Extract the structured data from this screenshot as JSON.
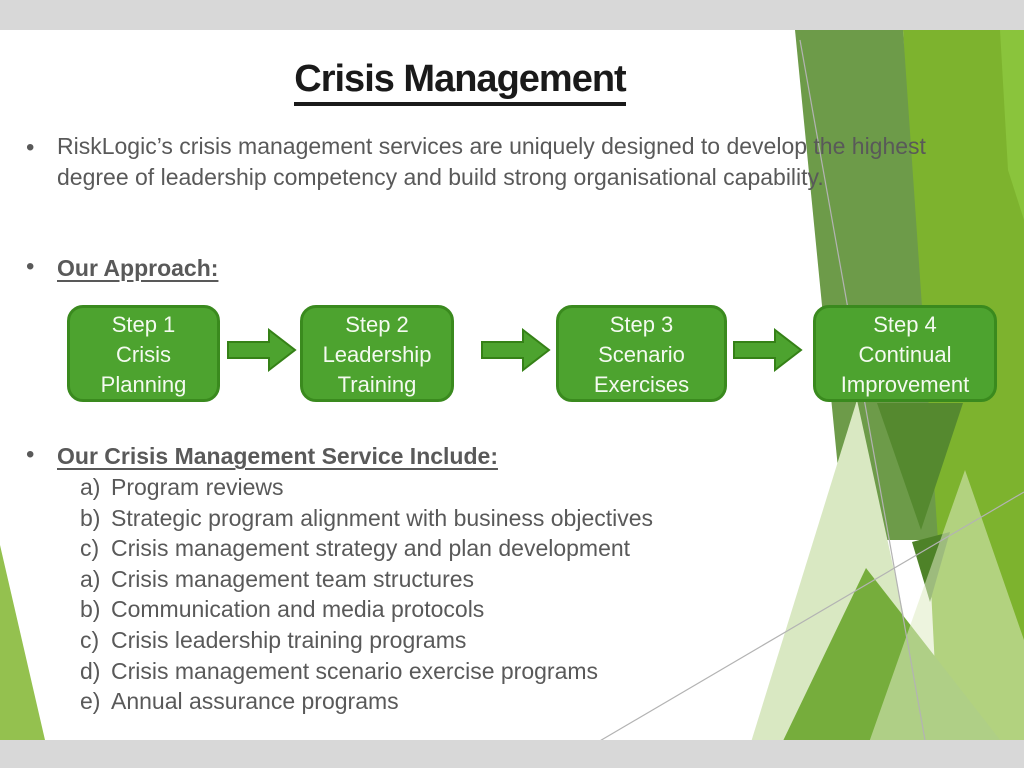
{
  "slide": {
    "title": "Crisis Management",
    "bullet_glyph": "•",
    "intro_text": "RiskLogic’s crisis management services are uniquely designed to develop the highest degree of leadership competency and build strong organisational capability.",
    "approach": {
      "heading": "Our Approach:",
      "steps": [
        {
          "lines": [
            "Step 1",
            "Crisis",
            "Planning"
          ]
        },
        {
          "lines": [
            "Step 2",
            "Leadership",
            "Training"
          ]
        },
        {
          "lines": [
            "Step 3",
            "Scenario",
            "Exercises"
          ]
        },
        {
          "lines": [
            "Step 4",
            "Continual",
            "Improvement"
          ]
        }
      ]
    },
    "services": {
      "heading": "Our Crisis Management Service Include:",
      "items": [
        {
          "marker": "a)",
          "text": "Program reviews"
        },
        {
          "marker": "b)",
          "text": "Strategic program alignment with business objectives"
        },
        {
          "marker": "c)",
          "text": "Crisis management strategy and plan development"
        },
        {
          "marker": "a)",
          "text": "Crisis management team structures"
        },
        {
          "marker": "b)",
          "text": "Communication and media protocols"
        },
        {
          "marker": "c)",
          "text": "Crisis leadership training programs"
        },
        {
          "marker": "d)",
          "text": "Crisis management scenario exercise programs"
        },
        {
          "marker": "e)",
          "text": "Annual assurance programs"
        }
      ]
    }
  },
  "colors": {
    "bar_gray": "#d8d8d8",
    "title_text": "#1a1a1a",
    "body_text": "#595959",
    "box_fill": "#4da32f",
    "box_border": "#3a8a1e",
    "box_text": "#f4faf0",
    "arrow_fill": "#4da32f",
    "arrow_border": "#358117",
    "decor_sage": "#6d9b49",
    "decor_bright": "#7db32e",
    "decor_bright_light": "#8ac43c",
    "decor_pale": "#d9e8c2",
    "decor_pale_band": "#dfebc3",
    "decor_medium": "#76ad3c",
    "decor_dark": "#55892f",
    "decor_dark_small": "#4e8228",
    "decor_wedge": "#94c14f",
    "decor_line": "#b3b3b3"
  }
}
